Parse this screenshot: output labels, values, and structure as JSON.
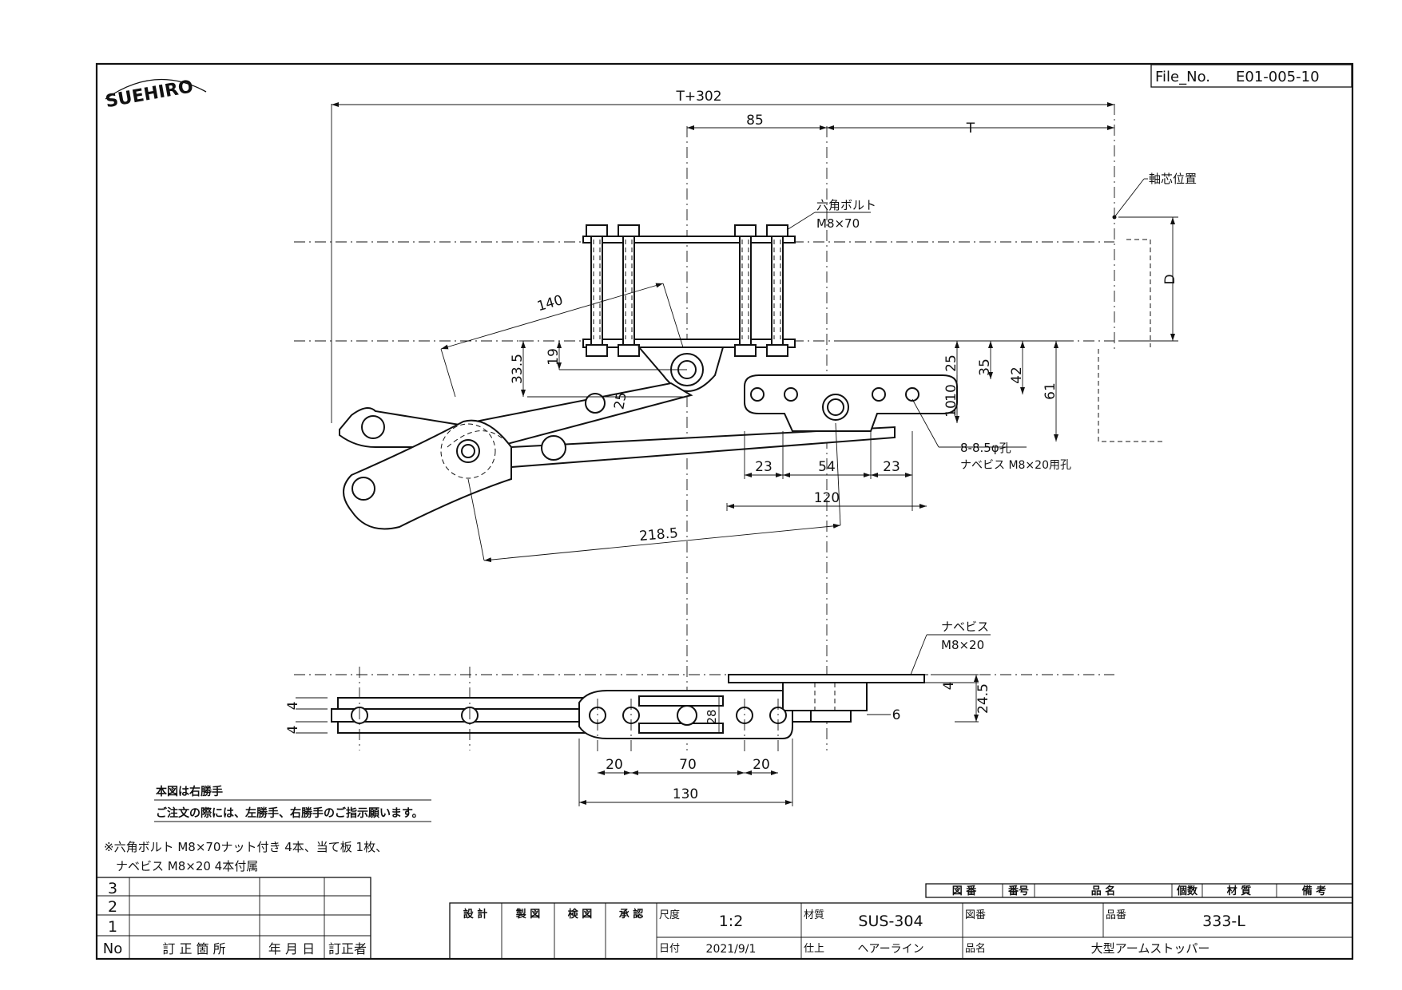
{
  "logo": {
    "text": "SUEHIRO"
  },
  "file_no": {
    "label": "File_No.",
    "value": "E01-005-10"
  },
  "dimensions": {
    "t302": "T+302",
    "d85": "85",
    "dT": "T",
    "dD": "D",
    "d140": "140",
    "d33_5": "33.5",
    "d19": "19",
    "d25a": "25",
    "d25b": "25",
    "d35": "35",
    "d42": "42",
    "d61": "61",
    "d10a": "10",
    "d10b": "10",
    "d23a": "23",
    "d54": "54",
    "d23b": "23",
    "d120": "120",
    "d218_5": "218.5",
    "d4a": "4",
    "d4b": "4",
    "d28": "28",
    "d4c": "4",
    "d24_5": "24.5",
    "d6": "6",
    "d20a": "20",
    "d70": "70",
    "d20b": "20",
    "d130": "130"
  },
  "callouts": {
    "axis_position": "軸芯位置",
    "hex_bolt_title": "六角ボルト",
    "hex_bolt_size": "M8×70",
    "holes_title": "8-8.5φ孔",
    "holes_sub": "ナベビス M8×20用孔",
    "screw_title": "ナベビス",
    "screw_size": "M8×20"
  },
  "notes": {
    "right_hand": "本図は右勝手",
    "order_note": "ご注文の際には、左勝手、右勝手のご指示願います。",
    "accessories_1": "※六角ボルト M8×70ナット付き 4本、当て板 1枚、",
    "accessories_2": "ナベビス M8×20 4本付属"
  },
  "revision_table": {
    "rows": [
      "3",
      "2",
      "1"
    ],
    "headers": {
      "no": "No",
      "place": "訂 正 箇 所",
      "date": "年 月 日",
      "by": "訂正者"
    }
  },
  "title_block": {
    "approvals": [
      "設 計",
      "製 図",
      "検 図",
      "承 認"
    ],
    "scale_label": "尺度",
    "scale_value": "1:2",
    "material_label": "材質",
    "material_value": "SUS-304",
    "drawing_no_label": "図番",
    "drawing_no_value": "",
    "part_no_label": "品番",
    "part_no_value": "333-L",
    "date_label": "日付",
    "date_value": "2021/9/1",
    "finish_label": "仕上",
    "finish_value": "ヘアーライン",
    "name_label": "品名",
    "name_value": "大型アームストッパー",
    "parts_headers": [
      "図 番",
      "番号",
      "品 名",
      "個数",
      "材 質",
      "備 考"
    ]
  }
}
